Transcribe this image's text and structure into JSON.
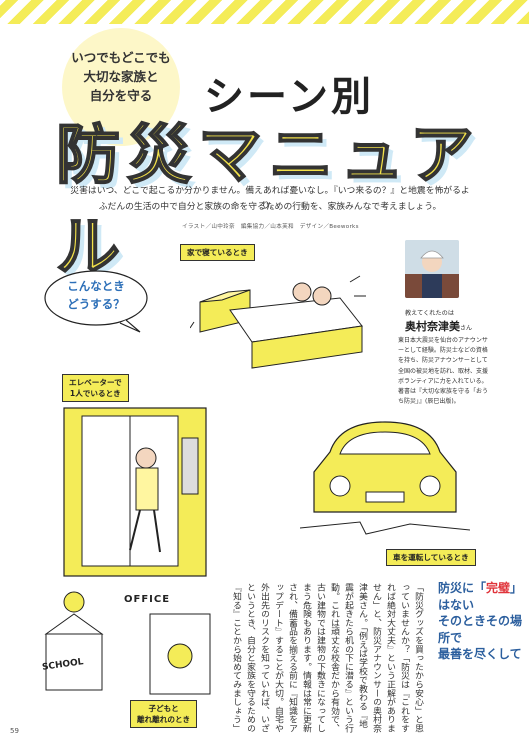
{
  "header": {
    "circle_lines": [
      "いつでもどこでも",
      "大切な家族と",
      "自分を守る"
    ],
    "subtitle": "シーン別",
    "title": "防災マニュアル"
  },
  "lead": {
    "line1": "災害はいつ、どこで起こるか分かりません。備えあれば憂いなし。『いつ来るの？』と地震を怖がるより、",
    "line2": "ふだんの生活の中で自分と家族の命を守るための行動を、家族みんなで考えましょう。"
  },
  "credit": "イラスト／山中玲奈　編集協力／山本芙和　デザイン／Beeworks",
  "profile": {
    "intro": "教えてくれたのは",
    "name": "奥村奈津美",
    "honorific": "さん",
    "bio": "東日本大震災を仙台のアナウンサーとして経験。防災士などの資格を持ち、防災アナウンサーとして全国の被災地を訪れ、取材、支援ボランティアに力を入れている。著書は『大切な家族を守る「おうち防災」』(辰巳出版)。"
  },
  "bubble": {
    "line1": "こんなとき",
    "line2": "どうする？"
  },
  "scenes": {
    "bed": "家で寝ているとき",
    "elevator_line1": "エレベーターで",
    "elevator_line2": "1人でいるとき",
    "car": "車を運転しているとき",
    "apart_line1": "子どもと",
    "apart_line2": "離れ離れのとき",
    "school_sign": "SCHOOL",
    "office_sign": "OFFICE"
  },
  "side_heading": {
    "line1_a": "防災に「",
    "line1_hl": "完璧",
    "line1_b": "」はない",
    "line2": "そのときその場所で",
    "line3": "最善を尽くして"
  },
  "body_text": "「防災グッズを買ったから安心」と思っていませんか？「防災は『これをすれば絶対大丈夫』という正解がありません」と、防災アナウンサーの奥村奈津美さん。「例えば学校で教わる『地震が起きたら机の下に潜る』という行動。これは頑丈な校舎だから有効で、古い建物では建物の下敷きになってしまう危険もあります。情報は常に更新され、備蓄品を揃える前に『知識をアップデート』することが大切。自宅や外出先のリスクを知っていれば、いざというとき、自分と家族を守るための『知る』ことから始めてみましょう」",
  "page_number": "59",
  "colors": {
    "accent_yellow": "#f4ec58",
    "blue": "#2c6fb8",
    "red": "#e0343a"
  }
}
